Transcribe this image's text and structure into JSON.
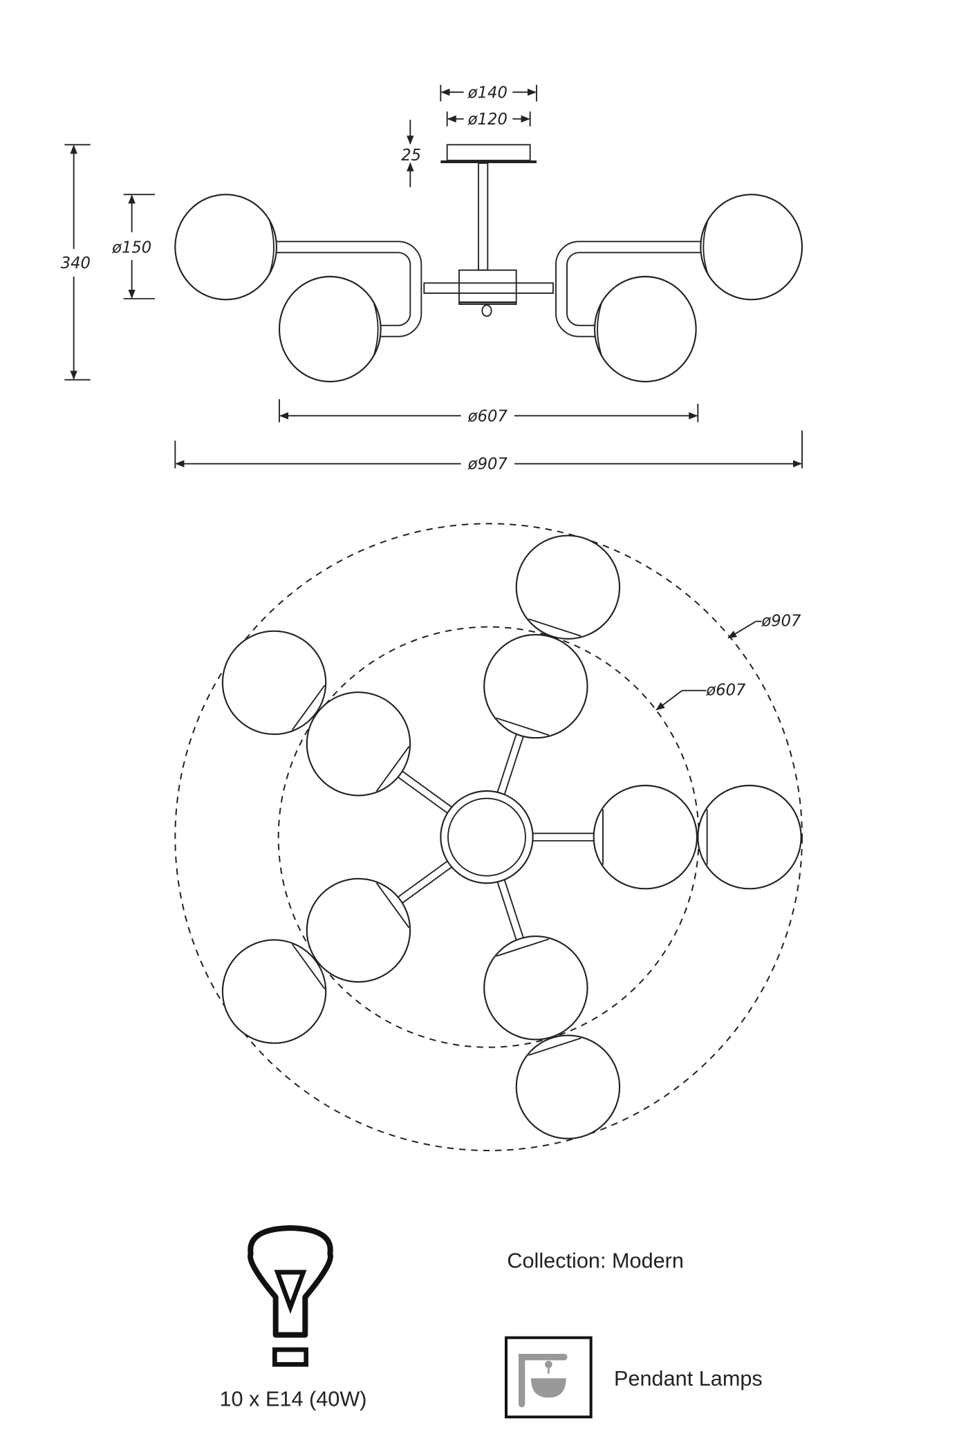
{
  "side_view": {
    "canopy_outer_diameter": "ø140",
    "canopy_inner_diameter": "ø120",
    "canopy_height": "25",
    "total_height": "340",
    "globe_diameter": "ø150",
    "inner_span": "ø607",
    "outer_span": "ø907"
  },
  "plan_view": {
    "outer_circle_label": "ø907",
    "inner_circle_label": "ø607",
    "arm_count": 5,
    "globe_count": 10
  },
  "specs": {
    "bulb_icon": "light-bulb-icon",
    "bulb_text": "10 x E14 (40W)",
    "collection_text": "Collection: Modern",
    "category_icon": "pendant-lamp-icon",
    "category_text": "Pendant Lamps"
  }
}
